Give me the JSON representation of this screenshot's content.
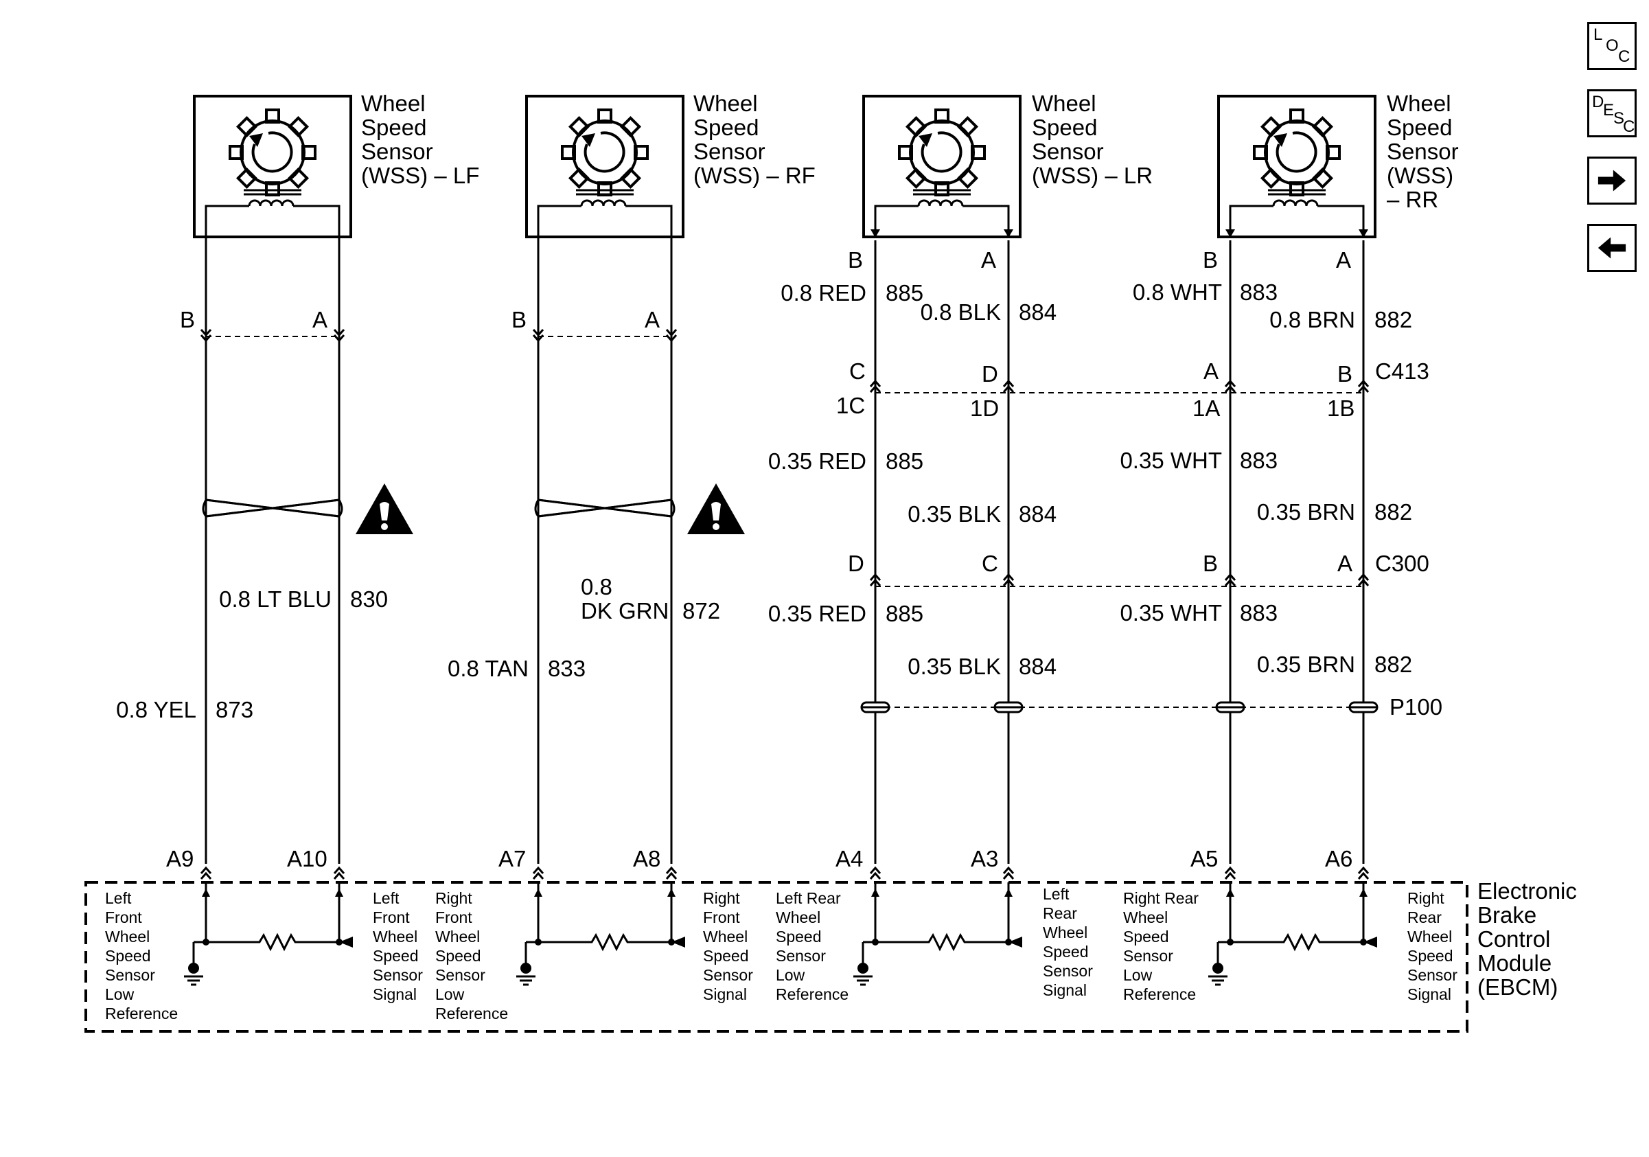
{
  "nav": {
    "loc": {
      "l1": "L",
      "l2": "O",
      "l3": "C"
    },
    "desc": {
      "l1": "D",
      "l2": "E",
      "l3": "S",
      "l4": "C"
    }
  },
  "sensors": [
    {
      "lines": [
        "Wheel",
        "Speed",
        "Sensor",
        "(WSS) – LF"
      ]
    },
    {
      "lines": [
        "Wheel",
        "Speed",
        "Sensor",
        "(WSS) – RF"
      ]
    },
    {
      "lines": [
        "Wheel",
        "Speed",
        "Sensor",
        "(WSS) – LR"
      ]
    },
    {
      "lines": [
        "Wheel",
        "Speed",
        "Sensor",
        "(WSS)",
        "– RR"
      ]
    }
  ],
  "sensor_pins": {
    "lf": [
      "B",
      "A"
    ],
    "rf": [
      "B",
      "A"
    ],
    "lr": [
      "B",
      "A"
    ],
    "rr": [
      "B",
      "A"
    ]
  },
  "upper_wires": [
    {
      "color": "0.8 RED",
      "circuit": "885"
    },
    {
      "color": "0.8 BLK",
      "circuit": "884"
    },
    {
      "color": "0.8 WHT",
      "circuit": "883"
    },
    {
      "color": "0.8 BRN",
      "circuit": "882"
    }
  ],
  "c413": {
    "name": "C413",
    "top_pins": [
      "C",
      "D",
      "A",
      "B"
    ],
    "bottom_pins": [
      "1C",
      "1D",
      "1A",
      "1B"
    ]
  },
  "mid_wires": [
    {
      "color": "0.35 RED",
      "circuit": "885"
    },
    {
      "color": "0.35 BLK",
      "circuit": "884"
    },
    {
      "color": "0.35 WHT",
      "circuit": "883"
    },
    {
      "color": "0.35 BRN",
      "circuit": "882"
    }
  ],
  "c300": {
    "name": "C300",
    "pins": [
      "D",
      "C",
      "B",
      "A"
    ]
  },
  "low_wires": [
    {
      "color": "0.35 RED",
      "circuit": "885"
    },
    {
      "color": "0.35 BLK",
      "circuit": "884"
    },
    {
      "color": "0.35 WHT",
      "circuit": "883"
    },
    {
      "color": "0.35 BRN",
      "circuit": "882"
    }
  ],
  "p100": {
    "name": "P100"
  },
  "front_wires": [
    {
      "color": "0.8 YEL",
      "circuit": "873"
    },
    {
      "color": "0.8 LT BLU",
      "circuit": "830"
    },
    {
      "color": "0.8 TAN",
      "circuit": "833"
    },
    {
      "color_l1": "0.8",
      "color_l2": "DK GRN",
      "circuit": "872"
    }
  ],
  "ebcm_pins": [
    "A9",
    "A10",
    "A7",
    "A8",
    "A4",
    "A3",
    "A5",
    "A6"
  ],
  "ebcm_labels": [
    {
      "lines": [
        "Left",
        "Front",
        "Wheel",
        "Speed",
        "Sensor",
        "Low",
        "Reference"
      ]
    },
    {
      "lines": [
        "Left",
        "Front",
        "Wheel",
        "Speed",
        "Sensor",
        "Signal"
      ]
    },
    {
      "lines": [
        "Right",
        "Front",
        "Wheel",
        "Speed",
        "Sensor",
        "Low",
        "Reference"
      ]
    },
    {
      "lines": [
        "Right",
        "Front",
        "Wheel",
        "Speed",
        "Sensor",
        "Signal"
      ]
    },
    {
      "lines": [
        "Left Rear",
        "Wheel",
        "Speed",
        "Sensor",
        "Low",
        "Reference"
      ]
    },
    {
      "lines": [
        "Left",
        "Rear",
        "Wheel",
        "Speed",
        "Sensor",
        "Signal"
      ]
    },
    {
      "lines": [
        "Right Rear",
        "Wheel",
        "Speed",
        "Sensor",
        "Low",
        "Reference"
      ]
    },
    {
      "lines": [
        "Right",
        "Rear",
        "Wheel",
        "Speed",
        "Sensor",
        "Signal"
      ]
    }
  ],
  "ebcm_title": [
    "Electronic",
    "Brake",
    "Control",
    "Module",
    "(EBCM)"
  ],
  "colors": {
    "ink": "#000000",
    "background": "#ffffff"
  }
}
